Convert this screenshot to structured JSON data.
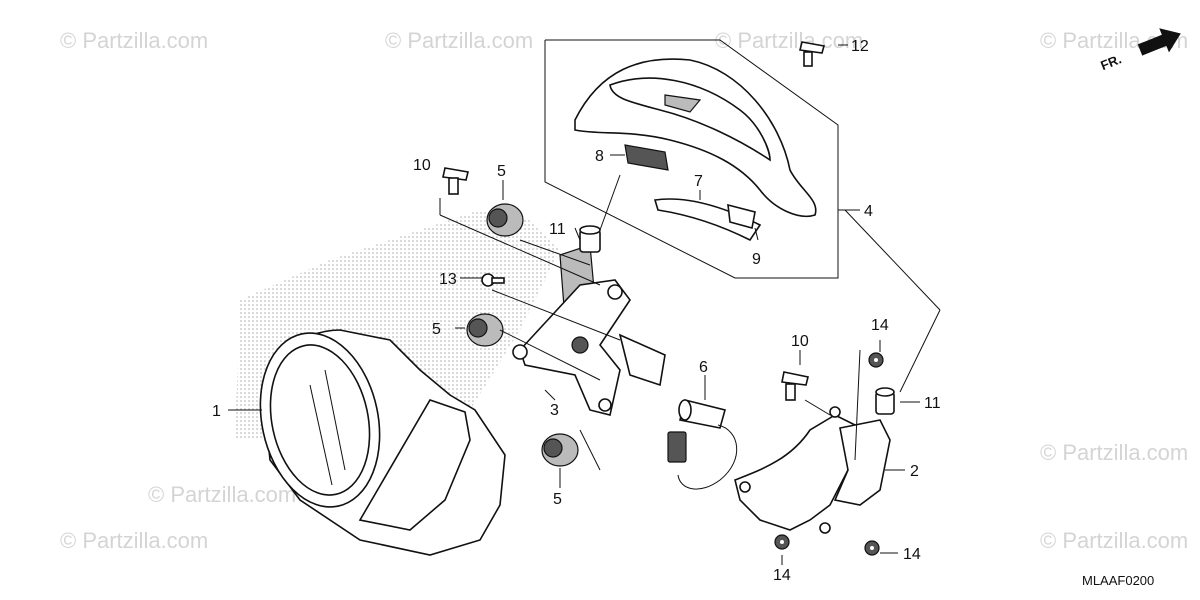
{
  "watermark": "© Partzilla.com",
  "diagram_code": "MLAAF0200",
  "direction_label": "FR.",
  "callouts": {
    "c1": "1",
    "c2": "2",
    "c3": "3",
    "c4": "4",
    "c5a": "5",
    "c5b": "5",
    "c5c": "5",
    "c6": "6",
    "c7": "7",
    "c8": "8",
    "c9": "9",
    "c10a": "10",
    "c10b": "10",
    "c11a": "11",
    "c11b": "11",
    "c12": "12",
    "c13": "13",
    "c14a": "14",
    "c14b": "14",
    "c14c": "14"
  }
}
